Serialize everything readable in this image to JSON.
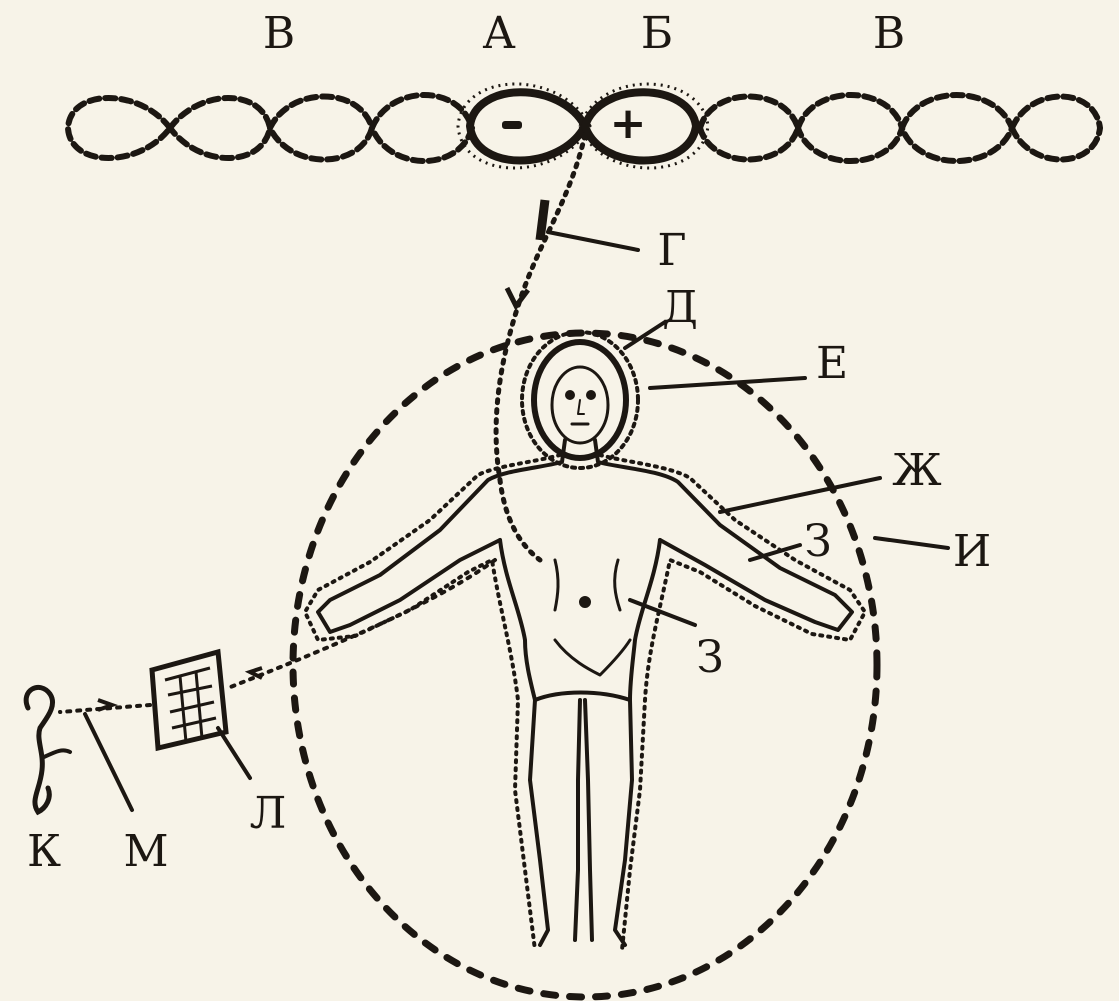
{
  "labels": {
    "v_left": "В",
    "a": "А",
    "b": "Б",
    "v_right": "В",
    "g": "Г",
    "d": "Д",
    "e": "Е",
    "zh": "Ж",
    "z_arm": "З",
    "i": "И",
    "z_belly": "З",
    "l": "Л",
    "k": "К",
    "m": "М"
  },
  "signs": {
    "minus": "-",
    "plus": "+"
  },
  "colors": {
    "ink": "#1c1712",
    "paper": "#f7f3e8"
  }
}
